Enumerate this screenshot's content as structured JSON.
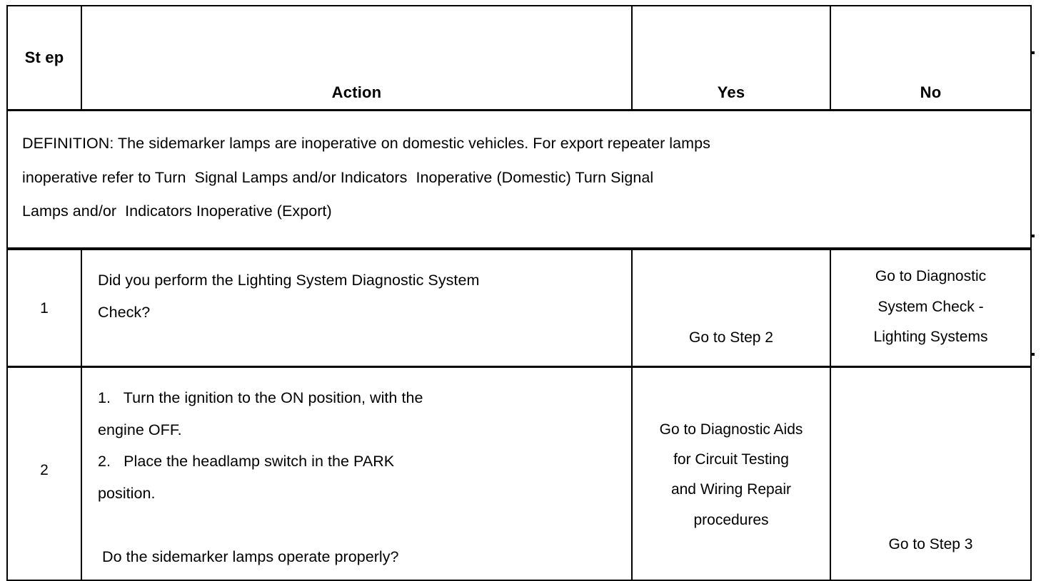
{
  "document": {
    "type": "diagnostic-procedure-table",
    "headers": {
      "step": "St\nep",
      "action": "Action",
      "yes": "Yes",
      "no": "No"
    },
    "definition": {
      "label": "DEFINITION:",
      "text": "DEFINITION: The sidemarker lamps are inoperative on domestic vehicles. For export repeater lamps\ninoperative refer to Turn  Signal Lamps and/or Indicators  Inoperative (Domestic) Turn Signal\nLamps and/or  Indicators Inoperative (Export)"
    },
    "rows": [
      {
        "step": "1",
        "action": "Did you perform the Lighting System Diagnostic System\nCheck?",
        "yes": "Go to Step 2",
        "no": "Go to Diagnostic\nSystem Check -\nLighting Systems",
        "yes_align": "bottom",
        "no_align": "top"
      },
      {
        "step": "2",
        "action": "1.   Turn the ignition to the ON position, with the\nengine OFF.\n2.   Place the headlamp switch in the PARK\nposition.\n\n Do the sidemarker lamps operate properly?",
        "yes": "Go to Diagnostic Aids\nfor Circuit Testing\nand Wiring Repair\nprocedures",
        "no": "Go to Step 3",
        "yes_align": "bottom",
        "no_align": "bottom"
      }
    ],
    "colors": {
      "border": "#000000",
      "background": "#ffffff",
      "text": "#000000"
    }
  }
}
